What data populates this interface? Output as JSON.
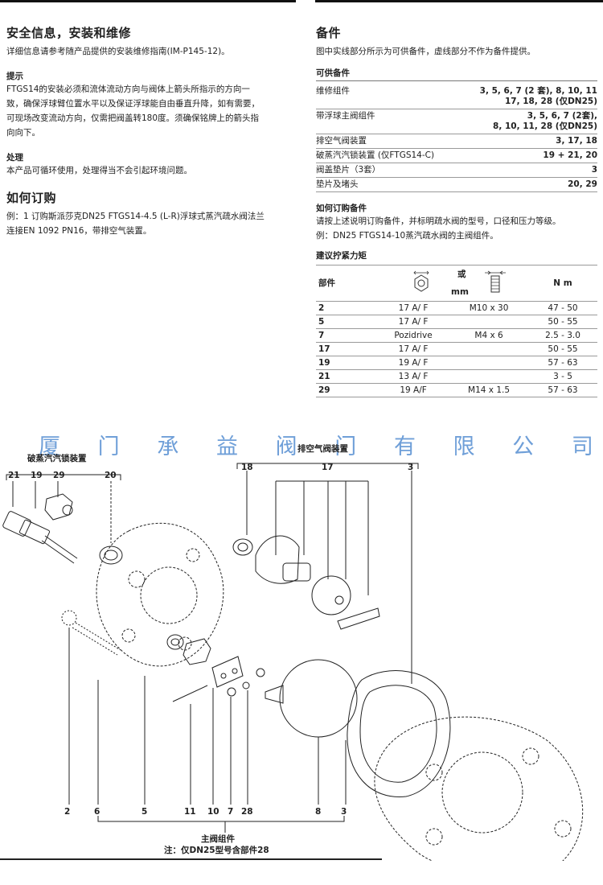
{
  "left": {
    "safety": {
      "title": "安全信息，安装和维修",
      "text": "详细信息请参考随产品提供的安装维修指南(IM-P145-12)。"
    },
    "notes": {
      "title": "提示",
      "lines": [
        "FTGS14的安装必须和流体流动方向与阀体上箭头所指示的方向一",
        "致，确保浮球臂位置水平以及保证浮球能自由垂直升降，如有需要，",
        "可现场改变流动方向，仅需把阀盖转180度。须确保铭牌上的箭头指",
        "向向下。"
      ]
    },
    "disposal": {
      "title": "处理",
      "text": "本产品可循环使用，处理得当不会引起环境问题。"
    },
    "ordering": {
      "title": "如何订购",
      "lines": [
        "例：1 订购斯派莎克DN25 FTGS14-4.5 (L-R)浮球式蒸汽疏水阀法兰",
        "连接EN 1092 PN16，带排空气装置。"
      ]
    }
  },
  "right": {
    "spares": {
      "title": "备件",
      "text": "图中实线部分所示为可供备件，虚线部分不作为备件提供。",
      "available_title": "可供备件",
      "rows": [
        {
          "name": "维修组件",
          "value_line1": "3, 5, 6, 7 (2 套), 8, 10, 11",
          "value_line2": "17, 18, 28 (仅DN25)"
        },
        {
          "name": "带浮球主阀组件",
          "value_line1": "3, 5, 6, 7 (2套),",
          "value_line2": "8, 10, 11, 28 (仅DN25)"
        },
        {
          "name": "排空气阀装置",
          "value_line1": "3, 17, 18",
          "value_line2": ""
        },
        {
          "name": "破蒸汽汽锁装置 (仅FTGS14-C)",
          "value_line1": "19 + 21, 20",
          "value_line2": ""
        },
        {
          "name": "阀盖垫片（3套）",
          "value_line1": "3",
          "value_line2": ""
        },
        {
          "name": "垫片及堵头",
          "value_line1": "20, 29",
          "value_line2": ""
        }
      ]
    },
    "order_spares": {
      "title": "如何订购备件",
      "text": "请按上述说明订购备件，并标明疏水阀的型号，口径和压力等级。",
      "example": "例：DN25  FTGS14-10蒸汽疏水阀的主阀组件。"
    },
    "torque": {
      "title": "建议拧紧力矩",
      "header_part": "部件",
      "header_or": "或",
      "header_mm": "mm",
      "header_nm": "N m",
      "rows": [
        {
          "part": "2",
          "key": "17 A/ F",
          "size": "M10 x 30",
          "nm": "47 - 50"
        },
        {
          "part": "5",
          "key": "17 A/ F",
          "size": "",
          "nm": "50 - 55"
        },
        {
          "part": "7",
          "key": "Pozidrive",
          "size": "M4 x 6",
          "nm": "2.5 - 3.0"
        },
        {
          "part": "17",
          "key": "17 A/ F",
          "size": "",
          "nm": "50 - 55"
        },
        {
          "part": "19",
          "key": "19 A/ F",
          "size": "",
          "nm": "57 - 63"
        },
        {
          "part": "21",
          "key": "13 A/ F",
          "size": "",
          "nm": "3 - 5"
        },
        {
          "part": "29",
          "key": "19 A/F",
          "size": "M14 x 1.5",
          "nm": "57 - 63"
        }
      ]
    }
  },
  "watermark": [
    "厦",
    "门",
    "承",
    "益",
    "阀",
    "门",
    "有",
    "限",
    "公",
    "司"
  ],
  "diagram": {
    "anti_lock_title": "破蒸汽汽锁装置",
    "anti_lock_numbers": [
      "21",
      "19",
      "29",
      "20"
    ],
    "air_vent_title": "排空气阀装置",
    "air_vent_numbers": [
      "18",
      "17",
      "3"
    ],
    "bottom_numbers": [
      "2",
      "6",
      "5",
      "11",
      "10",
      "7",
      "28",
      "8",
      "3"
    ],
    "main_assembly": "主阀组件",
    "main_note": "注：仅DN25型号含部件28"
  }
}
